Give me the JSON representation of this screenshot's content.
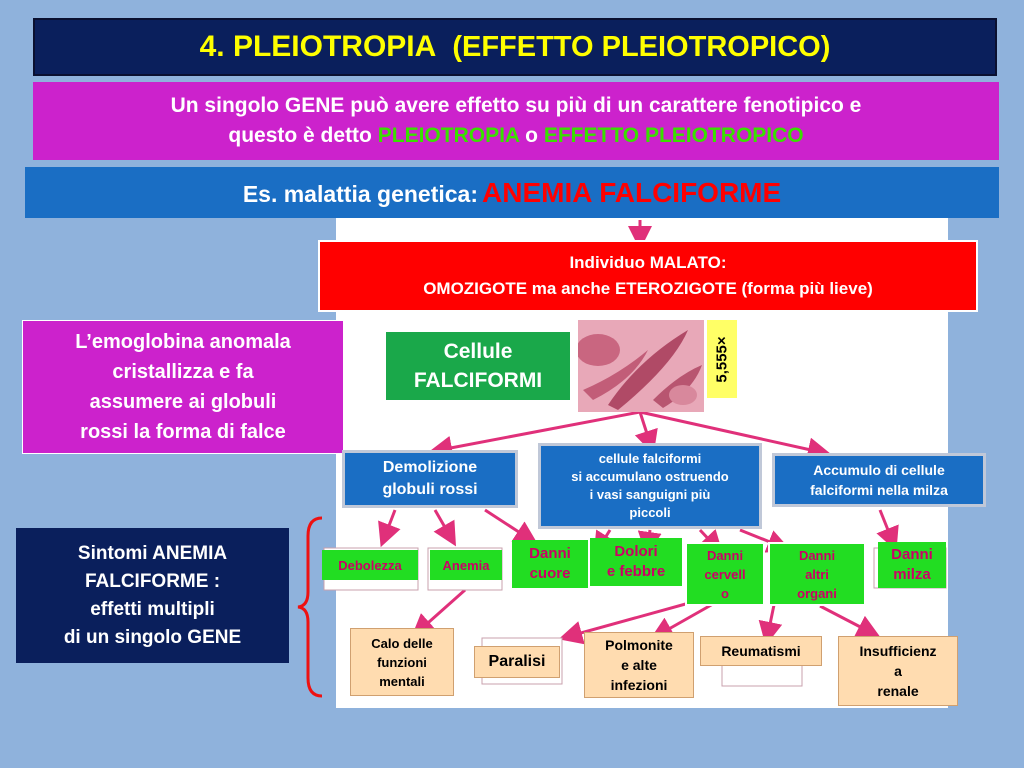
{
  "title": {
    "main": "4. PLEIOTROPIA",
    "sub": "(EFFETTO PLEIOTROPICO)"
  },
  "intro": {
    "line1": "Un singolo GENE può avere effetto su più di un carattere fenotipico e",
    "line2_prefix": "questo è detto",
    "term1": "PLEIOTROPIA",
    "connector": "o",
    "term2": "EFFETTO PLEIOTROPICO"
  },
  "example": {
    "prefix": "Es. malattia genetica:",
    "disease": "ANEMIA FALCIFORME"
  },
  "malato": {
    "line1": "Individuo MALATO:",
    "line2": "OMOZIGOTE ma anche ETEROZIGOTE (forma più lieve)"
  },
  "emoglobina": {
    "line1": "L’emoglobina anomala",
    "line2": "cristallizza e fa",
    "line3": "assumere ai globuli",
    "line4": "rossi la forma di falce"
  },
  "sintomi": {
    "line1": "Sintomi ANEMIA",
    "line2": "FALCIFORME :",
    "line3": "effetti multipli",
    "line4": "di un singolo GENE"
  },
  "cellule": {
    "line1": "Cellule",
    "line2": "FALCIFORMI"
  },
  "magnification": "5,555×",
  "level2": {
    "demolizione": {
      "line1": "Demolizione",
      "line2": "globuli rossi"
    },
    "ostruzione": {
      "line1": "cellule falciformi",
      "line2": "si accumulano ostruendo",
      "line3": "i vasi sanguigni più",
      "line4": "piccoli"
    },
    "accumulo": {
      "line1": "Accumulo di cellule",
      "line2": "falciformi nella milza"
    }
  },
  "level3": {
    "debolezza": "Debolezza",
    "anemia": "Anemia",
    "cuore": {
      "line1": "Danni",
      "line2": "cuore"
    },
    "dolori": {
      "line1": "Dolori",
      "line2": "e febbre"
    },
    "cervello": {
      "line1": "Danni",
      "line2": "cervell",
      "line3": "o"
    },
    "organi": {
      "line1": "Danni",
      "line2": "altri",
      "line3": "organi"
    },
    "milza": {
      "line1": "Danni",
      "line2": "milza"
    }
  },
  "level4": {
    "calo": {
      "line1": "Calo delle",
      "line2": "funzioni",
      "line3": "mentali"
    },
    "paralisi": "Paralisi",
    "polmonite": {
      "line1": "Polmonite",
      "line2": "e alte",
      "line3": "infezioni"
    },
    "reumatismi": "Reumatismi",
    "insufficienza": {
      "line1": "Insufficienz",
      "line2": "a",
      "line3": "renale"
    }
  },
  "colors": {
    "title_bg": "#0a1f5c",
    "title_text": "#ffff00",
    "magenta": "#cc22cc",
    "blue": "#1a6ec4",
    "red": "#ff0000",
    "green_box": "#22dd22",
    "green_text": "#39e000",
    "arrow": "#e0307a",
    "background": "#8fb2dc"
  }
}
